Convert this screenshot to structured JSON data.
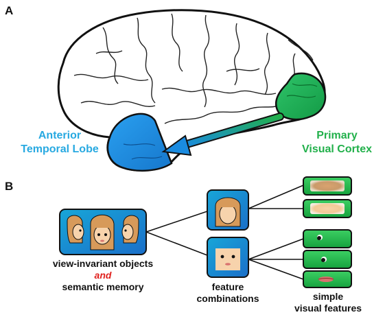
{
  "panels": {
    "a": "A",
    "b": "B"
  },
  "brain": {
    "atl_label_line1": "Anterior",
    "atl_label_line2": "Temporal Lobe",
    "pvc_label_line1": "Primary",
    "pvc_label_line2": "Visual Cortex",
    "atl_color": "#1a8be0",
    "pvc_color": "#1fb15a"
  },
  "hierarchy": {
    "objects_line1": "view-invariant objects",
    "objects_and": "and",
    "objects_line2": "semantic memory",
    "features_line1": "feature",
    "features_line2": "combinations",
    "simple_line1": "simple",
    "simple_line2": "visual features"
  }
}
